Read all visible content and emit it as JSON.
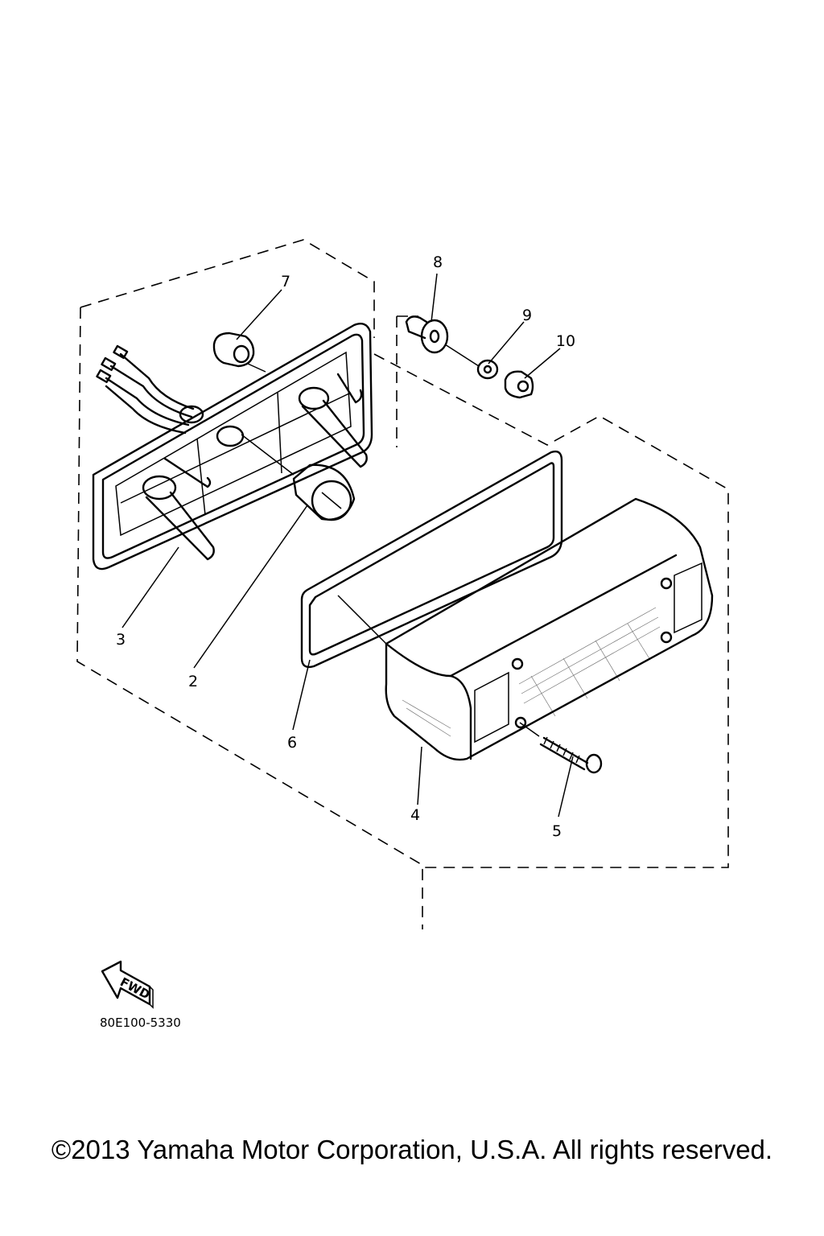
{
  "callouts": {
    "c1": "2",
    "c2": "3",
    "c3": "4",
    "c4": "5",
    "c5": "6",
    "c6": "7",
    "c7": "8",
    "c8": "9",
    "c9": "10"
  },
  "fwd_label": "FWD",
  "diagram_code": "80E100-5330",
  "copyright": "©2013 Yamaha Motor Corporation, U.S.A. All rights reserved."
}
